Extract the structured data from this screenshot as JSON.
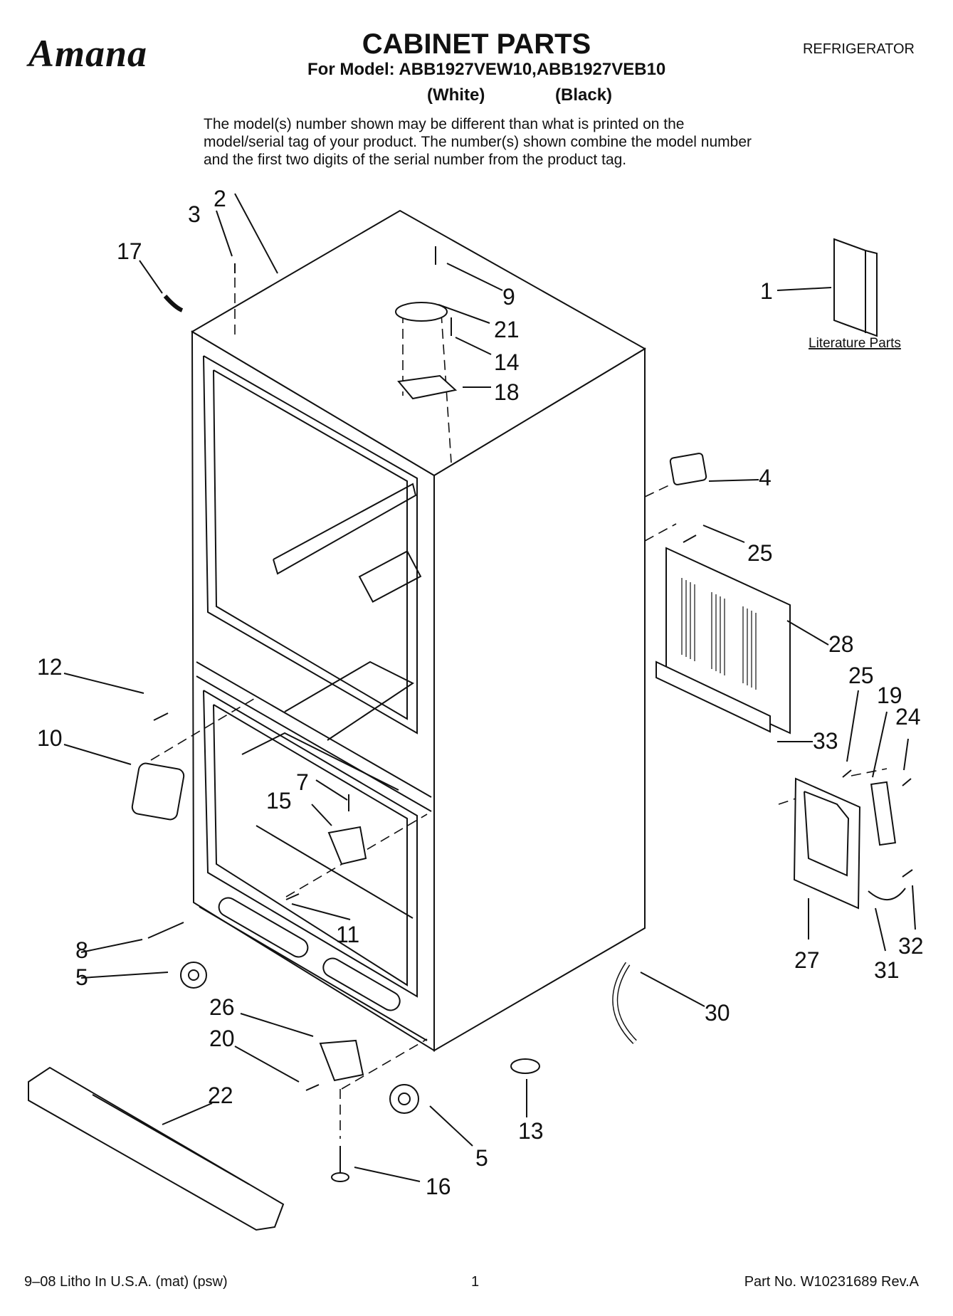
{
  "header": {
    "brand": "Amana",
    "title": "CABINET PARTS",
    "model_line": "For Model: ABB1927VEW10,ABB1927VEB10",
    "color_white": "(White)",
    "color_black": "(Black)",
    "appliance": "REFRIGERATOR"
  },
  "note": "The model(s) number shown may be different than what is printed on the model/serial tag of your product. The number(s) shown combine the model number and the first two digits of the serial number from the product tag.",
  "literature_label": "Literature Parts",
  "part_numbers": [
    "1",
    "2",
    "3",
    "4",
    "5",
    "5",
    "7",
    "8",
    "9",
    "10",
    "11",
    "12",
    "13",
    "14",
    "15",
    "16",
    "17",
    "18",
    "19",
    "20",
    "21",
    "22",
    "24",
    "25",
    "25",
    "26",
    "27",
    "28",
    "30",
    "31",
    "32",
    "33"
  ],
  "footer": {
    "left": "9–08 Litho In U.S.A. (mat) (psw)",
    "page": "1",
    "right": "Part No. W10231689 Rev.A"
  }
}
